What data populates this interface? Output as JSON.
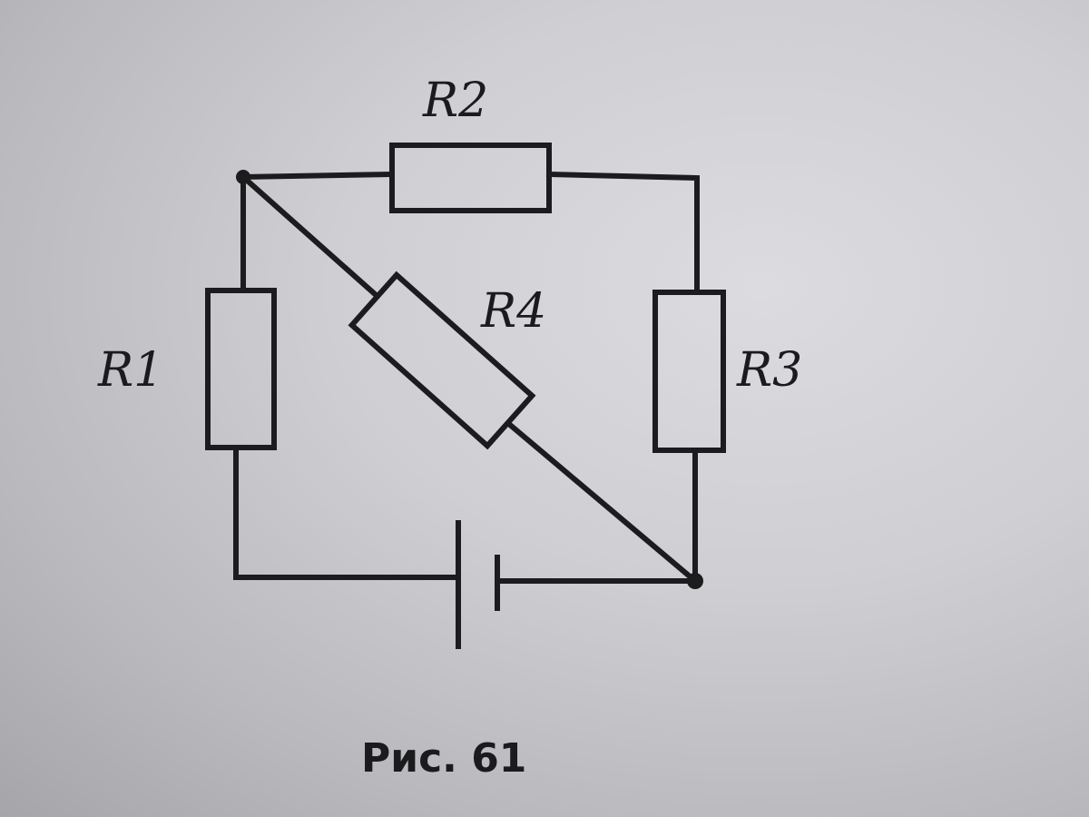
{
  "figure": {
    "caption": "Рис. 61",
    "resistors": [
      {
        "id": "r1",
        "label": "R1"
      },
      {
        "id": "r2",
        "label": "R2"
      },
      {
        "id": "r3",
        "label": "R3"
      },
      {
        "id": "r4",
        "label": "R4"
      }
    ],
    "source": "battery"
  }
}
